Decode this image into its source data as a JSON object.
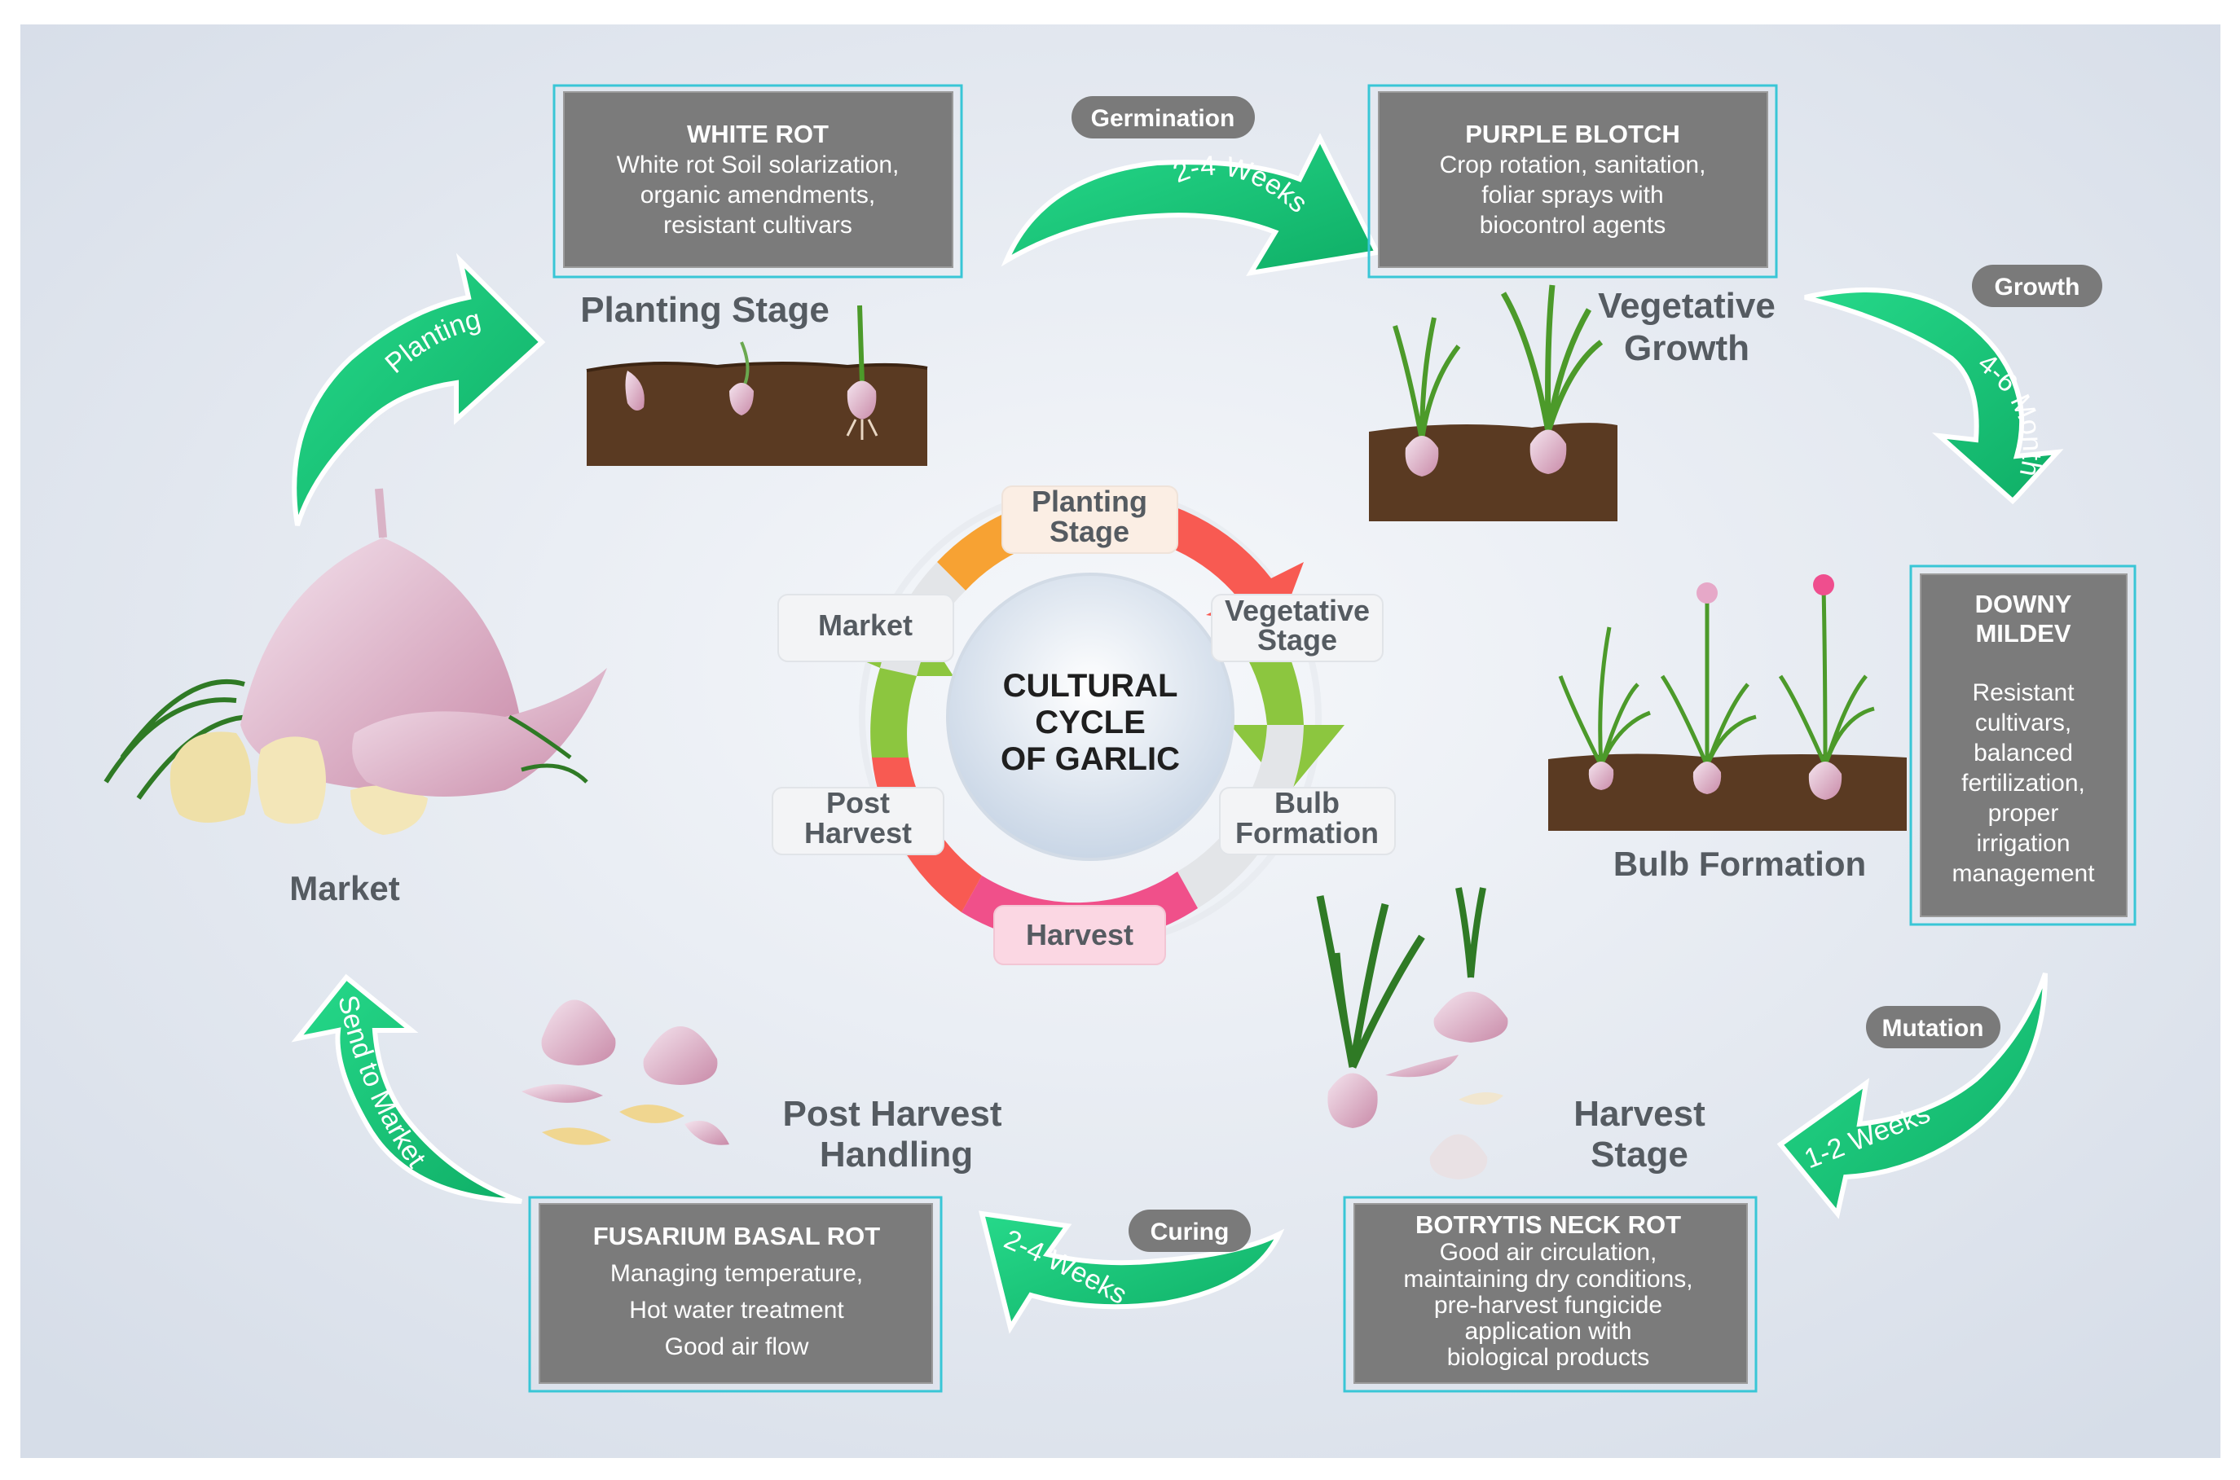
{
  "center_title": {
    "line1": "CULTURAL",
    "line2": "CYCLE",
    "line3": "OF GARLIC"
  },
  "ring": {
    "planting": {
      "line1": "Planting",
      "line2": "Stage"
    },
    "vegetative": {
      "line1": "Vegetative",
      "line2": "Stage"
    },
    "bulb": {
      "line1": "Bulb",
      "line2": "Formation"
    },
    "harvest": {
      "line1": "Harvest"
    },
    "post": {
      "line1": "Post",
      "line2": "Harvest"
    },
    "market": {
      "line1": "Market"
    }
  },
  "stages": {
    "planting": "Planting Stage",
    "vegetative_1": "Vegetative",
    "vegetative_2": "Growth",
    "bulb": "Bulb Formation",
    "harvest_1": "Harvest",
    "harvest_2": "Stage",
    "post_1": "Post Harvest",
    "post_2": "Handling",
    "market": "Market"
  },
  "boxes": {
    "white_rot": {
      "title": "WHITE ROT",
      "l1": "White rot Soil solarization,",
      "l2": "organic amendments,",
      "l3": "resistant cultivars"
    },
    "purple_blotch": {
      "title": "PURPLE BLOTCH",
      "l1": "Crop rotation, sanitation,",
      "l2": "foliar sprays with",
      "l3": "biocontrol agents"
    },
    "downy": {
      "title1": "DOWNY",
      "title2": "MILDEV",
      "l1": "Resistant",
      "l2": "cultivars,",
      "l3": "balanced",
      "l4": "fertilization,",
      "l5": "proper",
      "l6": "irrigation",
      "l7": "management"
    },
    "botrytis": {
      "title": "BOTRYTIS NECK ROT",
      "l1": "Good air circulation,",
      "l2": "maintaining dry conditions,",
      "l3": "pre-harvest fungicide",
      "l4": "application with",
      "l5": "biological products"
    },
    "fusarium": {
      "title": "FUSARIUM BASAL ROT",
      "l1": "Managing temperature,",
      "l2": "Hot water treatment",
      "l3": "Good air flow"
    }
  },
  "pills": {
    "germination": "Germination",
    "growth": "Growth",
    "mutation": "Mutation",
    "curing": "Curing"
  },
  "arrows": {
    "germination": "2-4 Weeks",
    "growth": "4-6 Month",
    "mutation": "1-2 Weeks",
    "curing": "2-4 Weeks",
    "send": "Send to Market",
    "planting": "Planting"
  },
  "colors": {
    "arrow_green": "#1ec47a",
    "box_gray": "#7b7b7b",
    "box_border": "#39c6d6",
    "soil": "#5a3a22",
    "ring_orange": "#f7a233",
    "ring_red": "#f85a52",
    "ring_green": "#8cc63f",
    "ring_pink": "#f0508a",
    "ring_gray": "#e3e5e8"
  }
}
